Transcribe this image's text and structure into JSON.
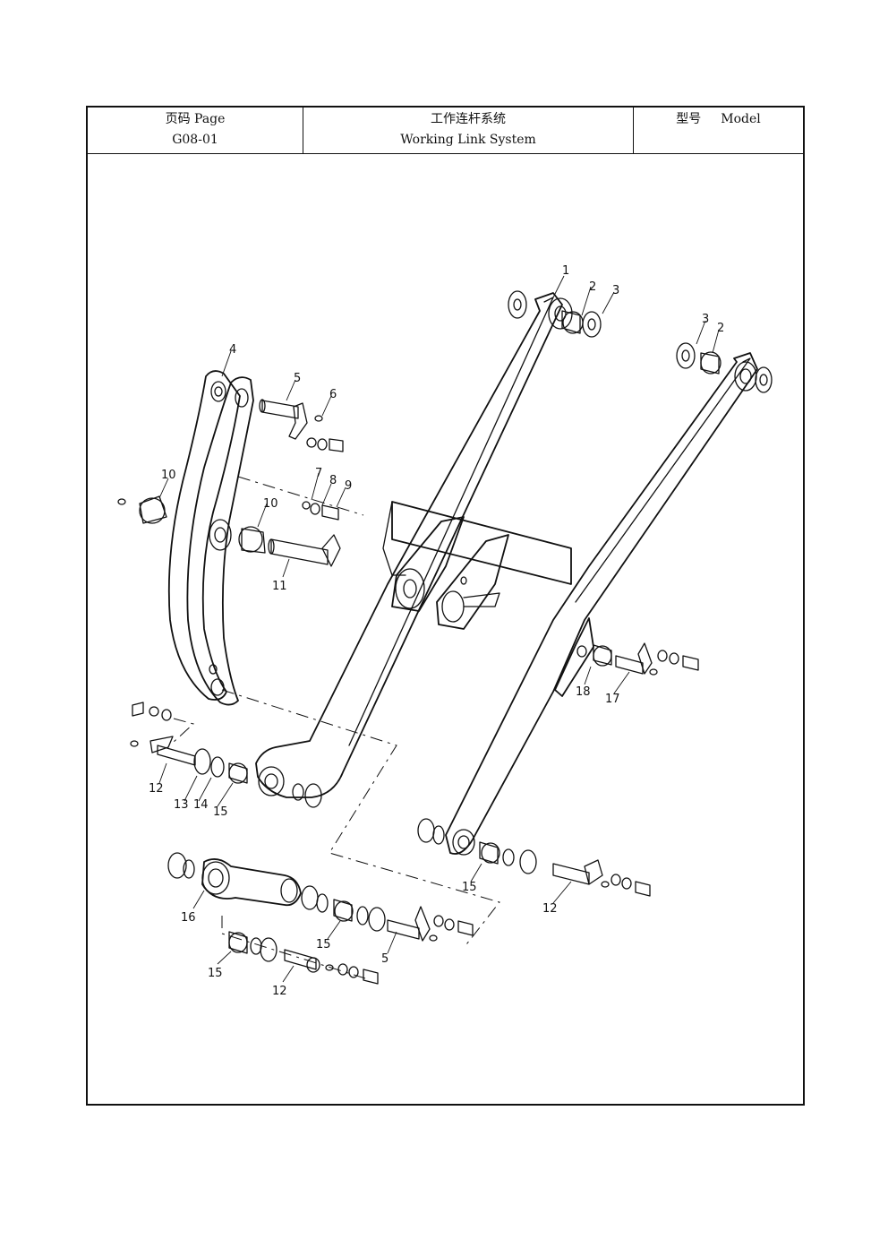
{
  "header": {
    "page_cn": "页码",
    "page_en": "Page",
    "page_no": "G08-01",
    "title_cn": "工作连杆系统",
    "title_en": "Working Link System",
    "model_cn": "型号",
    "model_en": "Model"
  },
  "callouts": [
    "1",
    "2",
    "3",
    "3",
    "2",
    "4",
    "5",
    "6",
    "7",
    "8",
    "9",
    "10",
    "10",
    "11",
    "12",
    "13",
    "14",
    "15",
    "15",
    "12",
    "16",
    "15",
    "5",
    "15",
    "12",
    "18",
    "17"
  ]
}
